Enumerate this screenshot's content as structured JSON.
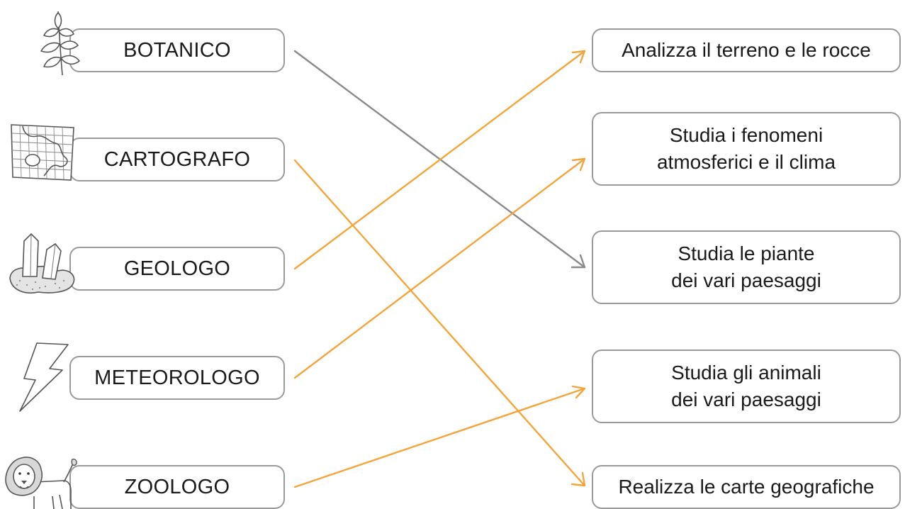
{
  "professions": [
    {
      "label": "BOTANICO",
      "icon": "leaf-icon"
    },
    {
      "label": "CARTOGRAFO",
      "icon": "map-icon"
    },
    {
      "label": "GEOLOGO",
      "icon": "crystal-icon"
    },
    {
      "label": "METEOROLOGO",
      "icon": "lightning-icon"
    },
    {
      "label": "ZOOLOGO",
      "icon": "lion-icon"
    }
  ],
  "descriptions": [
    {
      "text": "Analizza il terreno e le rocce"
    },
    {
      "text": "Studia i fenomeni\natmosferici e il clima"
    },
    {
      "text": "Studia le piante\ndei vari paesaggi"
    },
    {
      "text": "Studia gli animali\ndei vari paesaggi"
    },
    {
      "text": "Realizza le carte geografiche"
    }
  ],
  "connections": [
    {
      "from": "BOTANICO",
      "to": "Studia le piante dei vari paesaggi",
      "color": "#8a8a8a"
    },
    {
      "from": "CARTOGRAFO",
      "to": "Realizza le carte geografiche",
      "color": "#f4a43c"
    },
    {
      "from": "GEOLOGO",
      "to": "Analizza il terreno e le rocce",
      "color": "#f4a43c"
    },
    {
      "from": "METEOROLOGO",
      "to": "Studia i fenomeni atmosferici e il clima",
      "color": "#f4a43c"
    },
    {
      "from": "ZOOLOGO",
      "to": "Studia gli animali dei vari paesaggi",
      "color": "#f4a43c"
    }
  ]
}
